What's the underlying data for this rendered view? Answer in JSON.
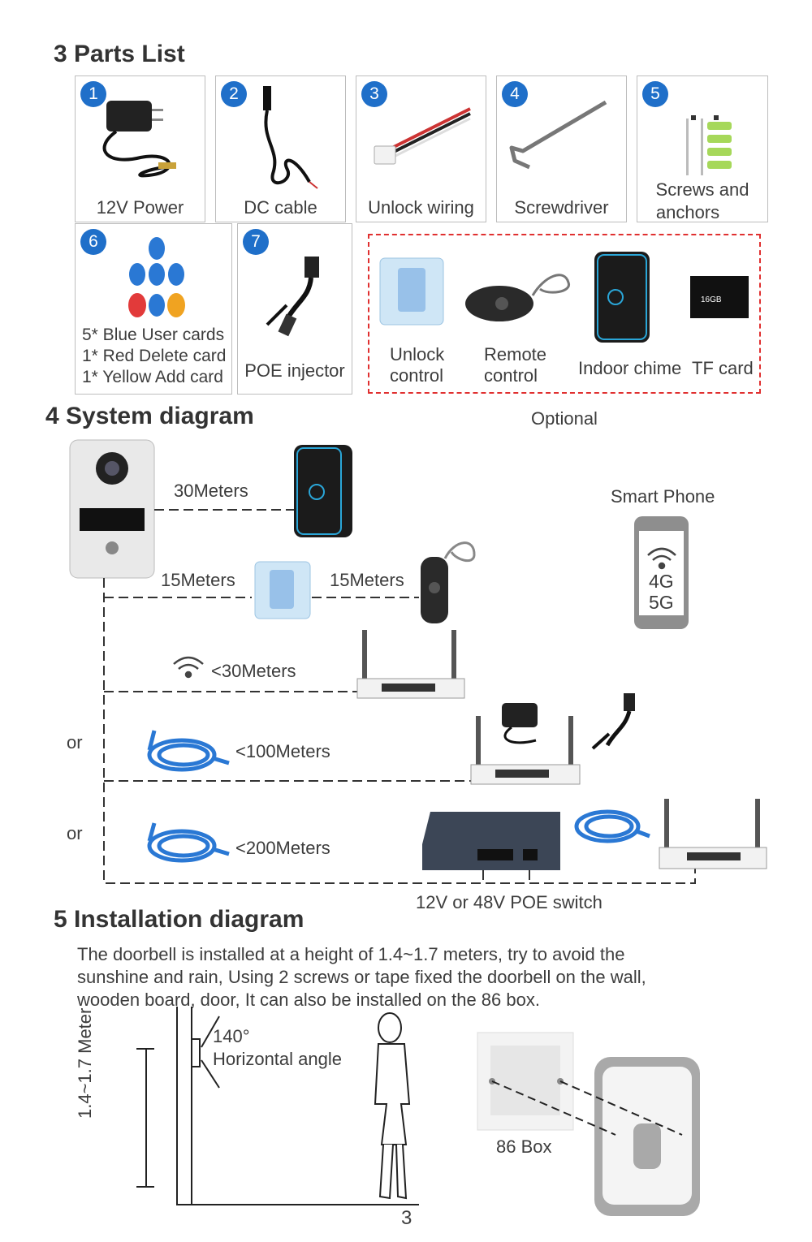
{
  "parts": {
    "title": "3 Parts List",
    "items": [
      {
        "num": "1",
        "label": "12V Power"
      },
      {
        "num": "2",
        "label": "DC cable"
      },
      {
        "num": "3",
        "label": "Unlock wiring"
      },
      {
        "num": "4",
        "label": "Screwdriver"
      },
      {
        "num": "5",
        "label_line1": "Screws and",
        "label_line2": "anchors"
      },
      {
        "num": "6",
        "line1": "5* Blue User cards",
        "line2": "1* Red Delete card",
        "line3": "1* Yellow Add card"
      },
      {
        "num": "7",
        "label": "POE injector"
      }
    ],
    "optional": {
      "unlock_line1": "Unlock",
      "unlock_line2": "control",
      "remote_line1": "Remote",
      "remote_line2": "control",
      "chime": "Indoor chime",
      "tf": "TF card",
      "tf_chip_text": "16GB",
      "label": "Optional"
    }
  },
  "system": {
    "title": "4 System diagram",
    "m30": "30Meters",
    "m15a": "15Meters",
    "m15b": "15Meters",
    "wifi": "<30Meters",
    "or1": "or",
    "cable100": "<100Meters",
    "or2": "or",
    "cable200": "<200Meters",
    "phone_title": "Smart Phone",
    "phone_4g": "4G",
    "phone_5g": "5G",
    "poe_switch": "12V or 48V POE switch"
  },
  "install": {
    "title": "5  Installation diagram",
    "line1": "The doorbell is installed at a height of 1.4~1.7 meters, try to avoid the",
    "line2": "sunshine and rain, Using 2 screws or tape fixed the doorbell on the wall,",
    "line3": "wooden board, door, It can also be installed on the 86 box.",
    "angle": "140°",
    "angle_label": "Horizontal angle",
    "height": "1.4~1.7 Meter",
    "box": "86 Box",
    "page": "3"
  },
  "colors": {
    "accent": "#1f6fc9",
    "optional_border": "#e03030",
    "cable": "#2a78d4"
  }
}
